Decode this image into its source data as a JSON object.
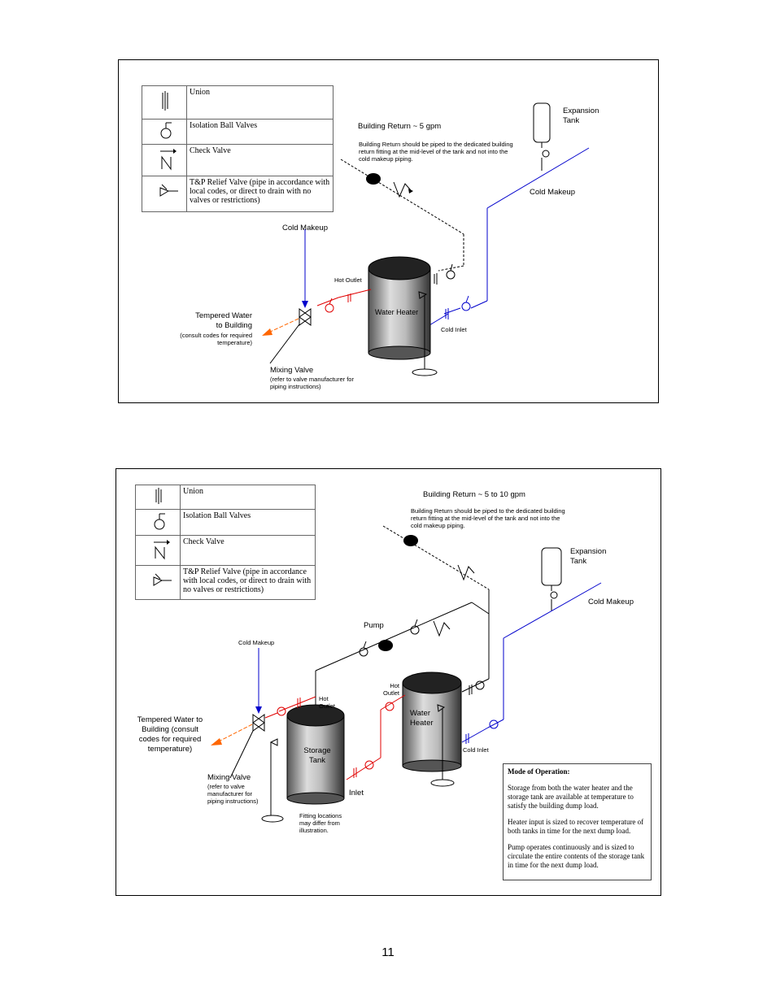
{
  "legend": {
    "union": "Union",
    "ball_valves": "Isolation Ball Valves",
    "check_valve": "Check Valve",
    "relief_valve": "T&P Relief Valve (pipe in accordance with local codes, or direct to drain with no valves or restrictions)"
  },
  "diagram1": {
    "building_return_title": "Building Return  ~ 5 gpm",
    "building_return_note": "Building Return should be piped to the dedicated building return fitting at the mid-level of the tank and not into the cold makeup piping.",
    "expansion_tank": "Expansion Tank",
    "cold_makeup_right": "Cold Makeup",
    "cold_makeup_left": "Cold Makeup",
    "hot_outlet": "Hot Outlet",
    "water_heater": "Water Heater",
    "cold_inlet": "Cold Inlet",
    "tempered_title": "Tempered Water to Building",
    "tempered_note": "(consult codes for required temperature)",
    "mixing_valve": "Mixing Valve",
    "mixing_note": "(refer to valve manufacturer for piping instructions)"
  },
  "diagram2": {
    "building_return_title": "Building Return  ~ 5 to 10 gpm",
    "building_return_note": "Building Return should be piped to the dedicated building return fitting at the mid-level of the tank and not into the cold makeup piping.",
    "expansion_tank": "Expansion Tank",
    "cold_makeup_right": "Cold Makeup",
    "cold_makeup_left": "Cold Makeup",
    "pump": "Pump",
    "hot_outlet_storage": "Hot Outlet",
    "hot_outlet_heater": "Hot Outlet",
    "water_heater": "Water Heater",
    "storage_tank": "Storage Tank",
    "cold_inlet": "Cold Inlet",
    "inlet": "Inlet",
    "tempered_title": "Tempered Water to Building (consult codes for required temperature)",
    "mixing_valve": "Mixing Valve",
    "mixing_note": "(refer to valve manufacturer for piping instructions)",
    "fitting_note": "Fitting locations may differ from illustration.",
    "mode_title": "Mode of Operation:",
    "mode_p1": "Storage from both the water heater and the storage tank are available at temperature to satisfy the building dump load.",
    "mode_p2": "Heater input is sized to recover temperature of both tanks in time for the next dump load.",
    "mode_p3": "Pump operates continuously and is sized to circulate the entire contents of the storage tank in time for the next dump load."
  },
  "page_number": "11",
  "colors": {
    "hot": "#e00000",
    "cold": "#0000cc",
    "tempered": "#ff6600",
    "return": "#000000"
  }
}
